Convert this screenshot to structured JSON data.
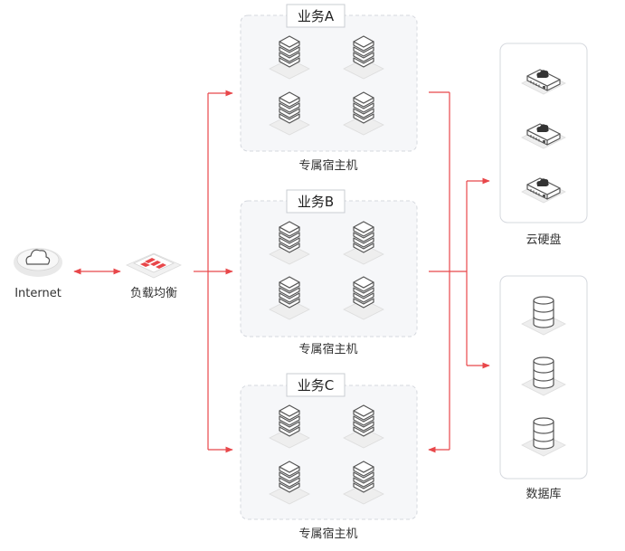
{
  "nodes": {
    "internet": {
      "label": "Internet",
      "icon": "cloud-icon"
    },
    "load_balancer": {
      "label": "负载均衡",
      "icon": "load-balancer-icon"
    }
  },
  "groups": [
    {
      "id": "A",
      "title": "业务A",
      "caption": "专属宿主机",
      "server_count": 4
    },
    {
      "id": "B",
      "title": "业务B",
      "caption": "专属宿主机",
      "server_count": 4
    },
    {
      "id": "C",
      "title": "业务C",
      "caption": "专属宿主机",
      "server_count": 4
    }
  ],
  "storage": {
    "cloud_disk": {
      "label": "云硬盘",
      "icon": "cloud-disk-icon",
      "count": 3
    },
    "database": {
      "label": "数据库",
      "icon": "database-icon",
      "count": 3
    }
  },
  "colors": {
    "arrow": "#e8474a",
    "box_border": "#d5d8de",
    "box_fill": "#f6f7f9",
    "accent": "#e8474a"
  }
}
